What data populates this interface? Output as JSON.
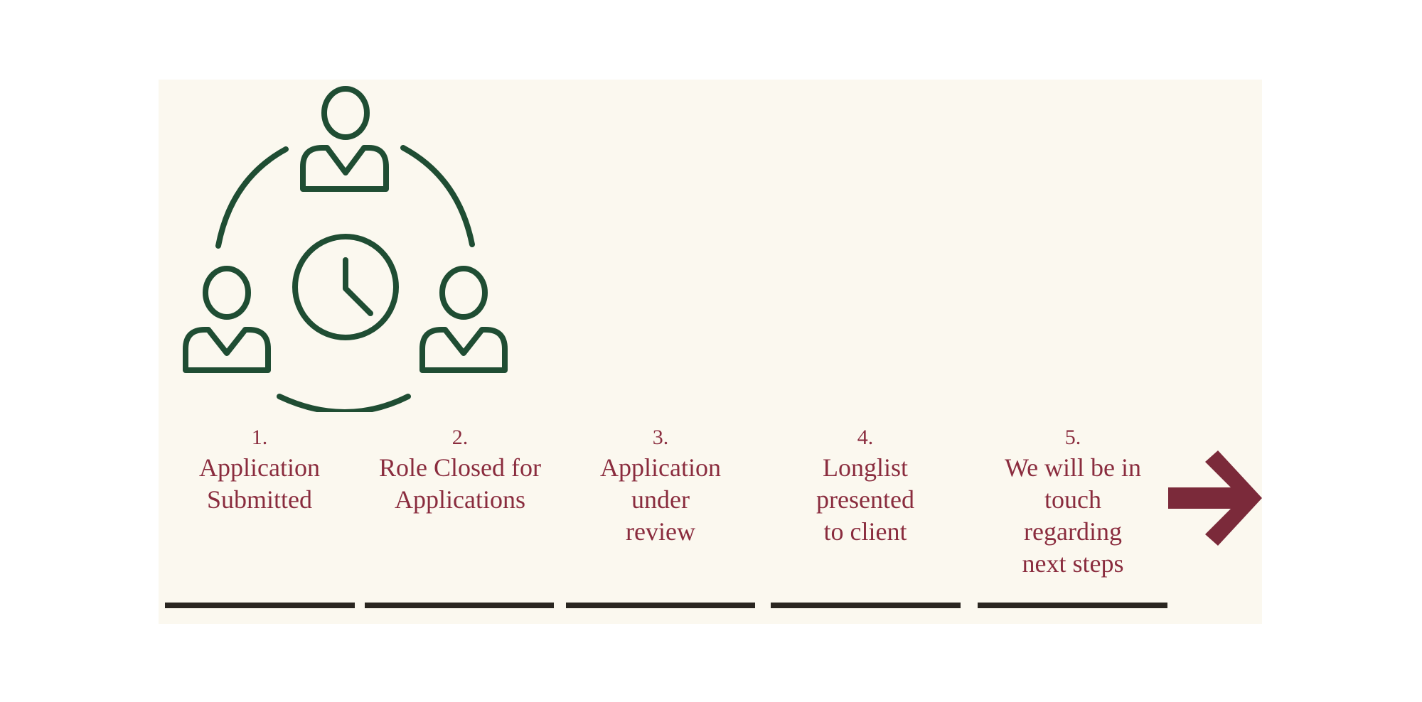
{
  "icon": "team-meeting-clock-icon",
  "colors": {
    "background": "#fbf8ef",
    "icon": "#1f4d33",
    "text": "#8a2c3e",
    "bar": "#2a2620",
    "arrow": "#7b2a3a"
  },
  "steps": [
    {
      "number": "1.",
      "lines": [
        "Application",
        "Submitted"
      ]
    },
    {
      "number": "2.",
      "lines": [
        "Role Closed for",
        "Applications"
      ]
    },
    {
      "number": "3.",
      "lines": [
        "Application",
        "under",
        "review"
      ]
    },
    {
      "number": "4.",
      "lines": [
        "Longlist",
        "presented",
        "to client"
      ]
    },
    {
      "number": "5.",
      "lines": [
        "We will be in",
        "touch",
        "regarding",
        "next steps"
      ]
    }
  ],
  "arrow_icon": "arrow-right-icon"
}
